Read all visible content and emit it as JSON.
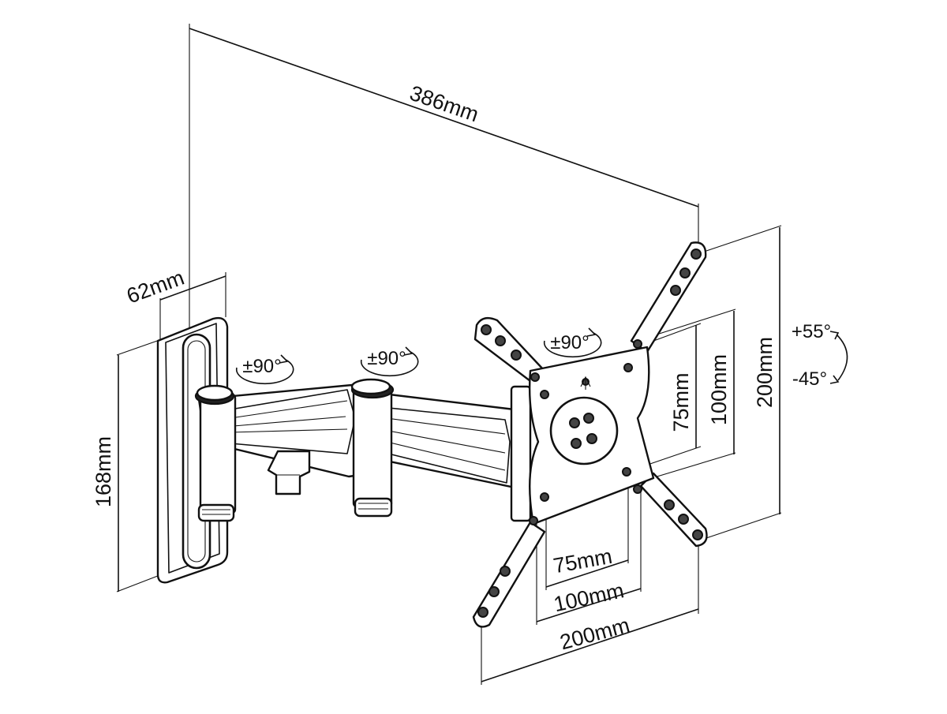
{
  "diagram": {
    "colors": {
      "line": "#111111",
      "background": "#ffffff"
    },
    "dimensions": {
      "overall_depth": "386mm",
      "bracket_width": "62mm",
      "bracket_height": "168mm",
      "vesa_h_small": "75mm",
      "vesa_h_mid": "100mm",
      "vesa_h_large": "200mm",
      "vesa_v_small": "75mm",
      "vesa_v_mid": "100mm",
      "vesa_v_large": "200mm"
    },
    "rotations": {
      "joint_1": "±90°",
      "joint_2": "±90°",
      "plate_rotation": "±90°"
    },
    "tilt": {
      "up": "+55°",
      "down": "-45°"
    }
  }
}
